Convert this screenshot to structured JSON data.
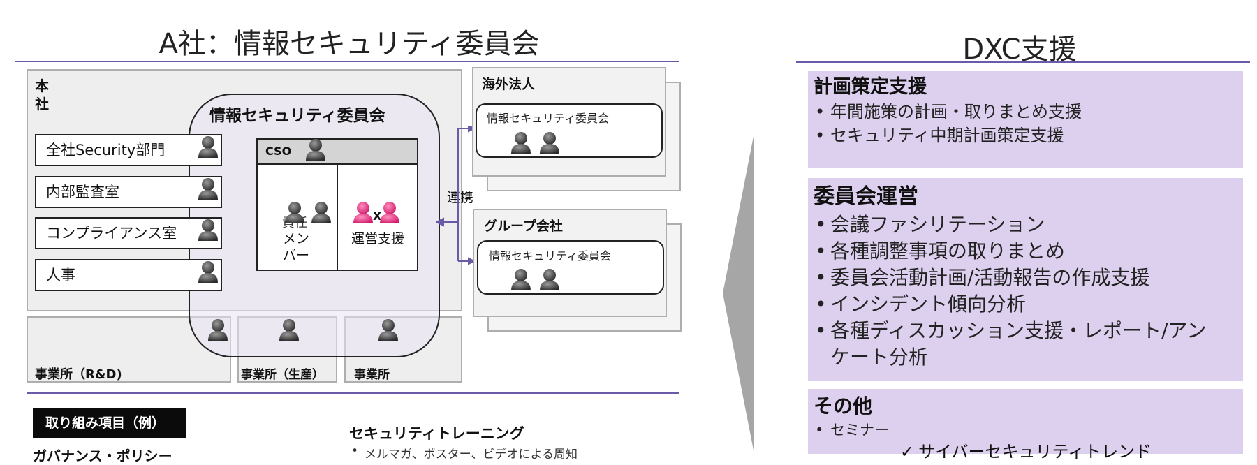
{
  "left": {
    "title": "A社：情報セキュリティ委員会",
    "headquarters_label": "本社",
    "departments": [
      "全社Security部門",
      "内部監査室",
      "コンプライアンス室",
      "人事"
    ],
    "committee_title": "情報セキュリティ委員会",
    "cso_label": "CSO",
    "member_label": "メンバー",
    "member_partial": "責任",
    "ops_label": "運営支援",
    "x_mark": "X",
    "link_label": "連携",
    "overseas": {
      "title": "海外法人",
      "committee": "情報セキュリティ委員会"
    },
    "group": {
      "title": "グループ会社",
      "committee": "情報セキュリティ委員会"
    },
    "offices": [
      "事業所（R&D)",
      "事業所（生産）",
      "事業所"
    ],
    "initiatives_label": "取り組み項目（例）",
    "governance_label": "ガバナンス・ポリシー",
    "training": {
      "title": "セキュリティトレーニング",
      "item": "メルマガ、ポスター、ビデオによる周知"
    }
  },
  "right": {
    "title": "DXC支援",
    "sections": [
      {
        "title": "計画策定支援",
        "items": [
          "年間施策の計画・取りまとめ支援",
          "セキュリティ中期計画策定支援"
        ]
      },
      {
        "title": "委員会運営",
        "items": [
          "会議ファシリテーション",
          "各種調整事項の取りまとめ",
          "委員会活動計画/活動報告の作成支援",
          "インシデント傾向分析",
          "各種ディスカッション支援・レポート/アンケート分析"
        ]
      },
      {
        "title": "その他",
        "items": [
          "セミナー"
        ],
        "sub_item": "サイバーセキュリティトレンド"
      }
    ]
  },
  "colors": {
    "accent": "#6b5aa7",
    "panel": "#dcd0ee",
    "ops_person": "#e0307a",
    "person": "#555555"
  }
}
